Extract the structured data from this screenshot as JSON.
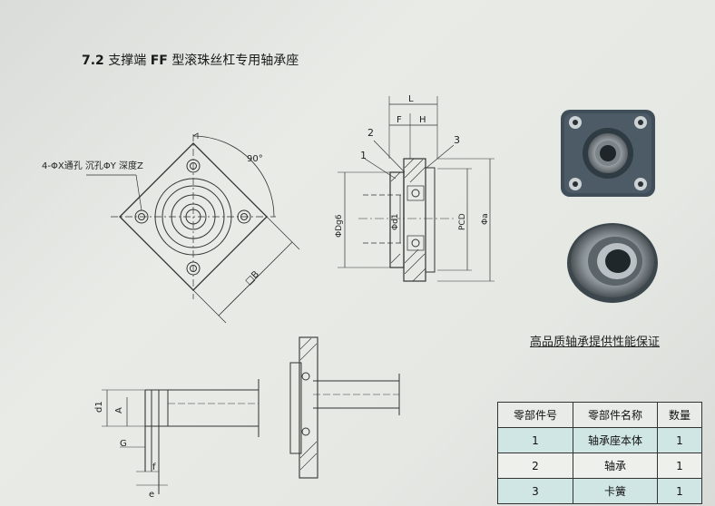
{
  "header": {
    "section_number": "7.2",
    "title_prefix": "支撑端",
    "title_model": "FF",
    "title_suffix": "型滚珠丝杠专用轴承座"
  },
  "front_view": {
    "hole_note": "4-ΦX通孔 沉孔ΦY 深度Z",
    "angle_label": "90°",
    "diagonal_label": "□B"
  },
  "section_view": {
    "dim_L": "L",
    "dim_F": "F",
    "dim_H": "H",
    "callout_1": "1",
    "callout_2": "2",
    "callout_3": "3",
    "dia_Dg6": "ΦDg6",
    "dia_d1": "Φd1",
    "dia_PCD": "PCD",
    "dia_a": "Φa"
  },
  "detail_view": {
    "dim_d1": "d1",
    "dim_A": "A",
    "dim_G": "G",
    "dim_f": "f",
    "dim_e": "e"
  },
  "photos": {
    "caption": "高品质轴承提供性能保证"
  },
  "parts_table": {
    "headers": [
      "零部件号",
      "零部件名称",
      "数量"
    ],
    "rows": [
      [
        "1",
        "轴承座本体",
        "1"
      ],
      [
        "2",
        "轴承",
        "1"
      ],
      [
        "3",
        "卡簧",
        "1"
      ]
    ]
  }
}
